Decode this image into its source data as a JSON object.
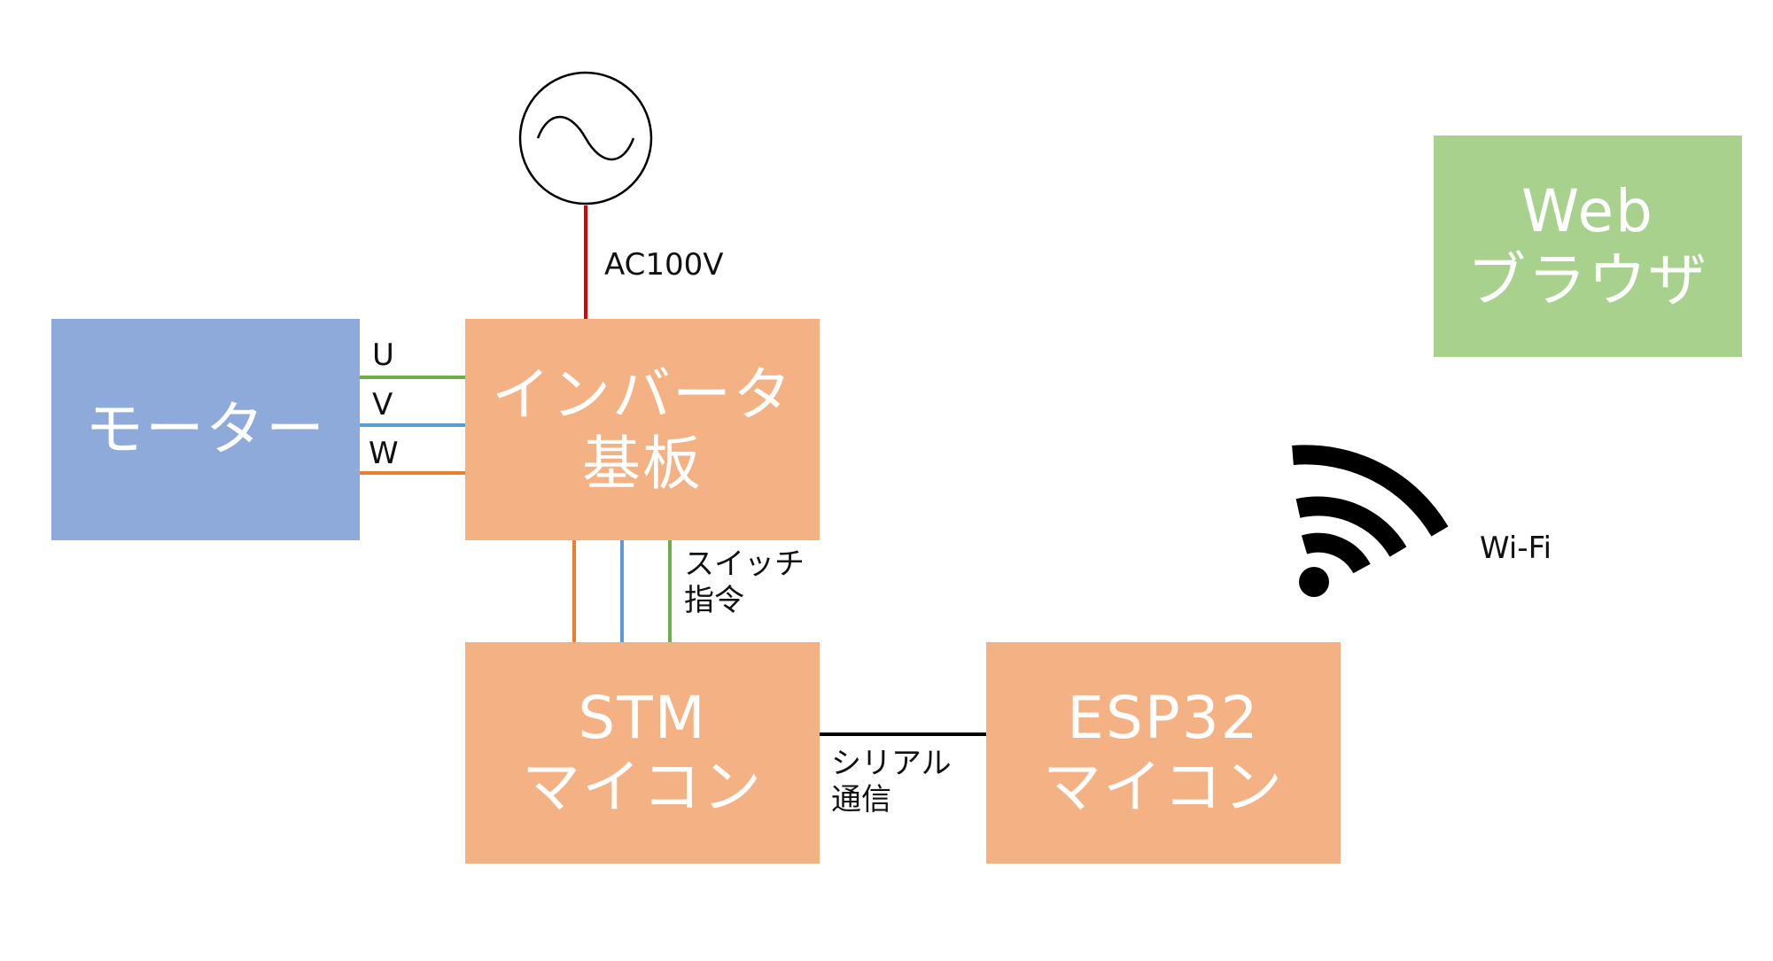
{
  "diagram": {
    "blocks": {
      "motor": {
        "lines": [
          "モーター"
        ],
        "color": "#8eaadb"
      },
      "inverter": {
        "lines": [
          "インバータ",
          "基板"
        ],
        "color": "#f4b183"
      },
      "stm": {
        "lines": [
          "STM",
          "マイコン"
        ],
        "color": "#f4b183"
      },
      "esp": {
        "lines": [
          "ESP32",
          "マイコン"
        ],
        "color": "#f4b183"
      },
      "browser": {
        "lines": [
          "Web",
          "ブラウザ"
        ],
        "color": "#a9d18e"
      }
    },
    "labels": {
      "ac": "AC100V",
      "phase_u": "U",
      "phase_v": "V",
      "phase_w": "W",
      "switch": [
        "スイッチ",
        "指令"
      ],
      "serial": [
        "シリアル",
        "通信"
      ],
      "wifi": "Wi-Fi"
    },
    "wire_colors": {
      "u": "#70ad47",
      "v": "#5b9bd5",
      "w": "#ed7d31",
      "ac": "#e00000",
      "serial": "#000000"
    },
    "icons": {
      "ac_source": "ac-source-icon",
      "wifi": "wifi-icon"
    }
  }
}
